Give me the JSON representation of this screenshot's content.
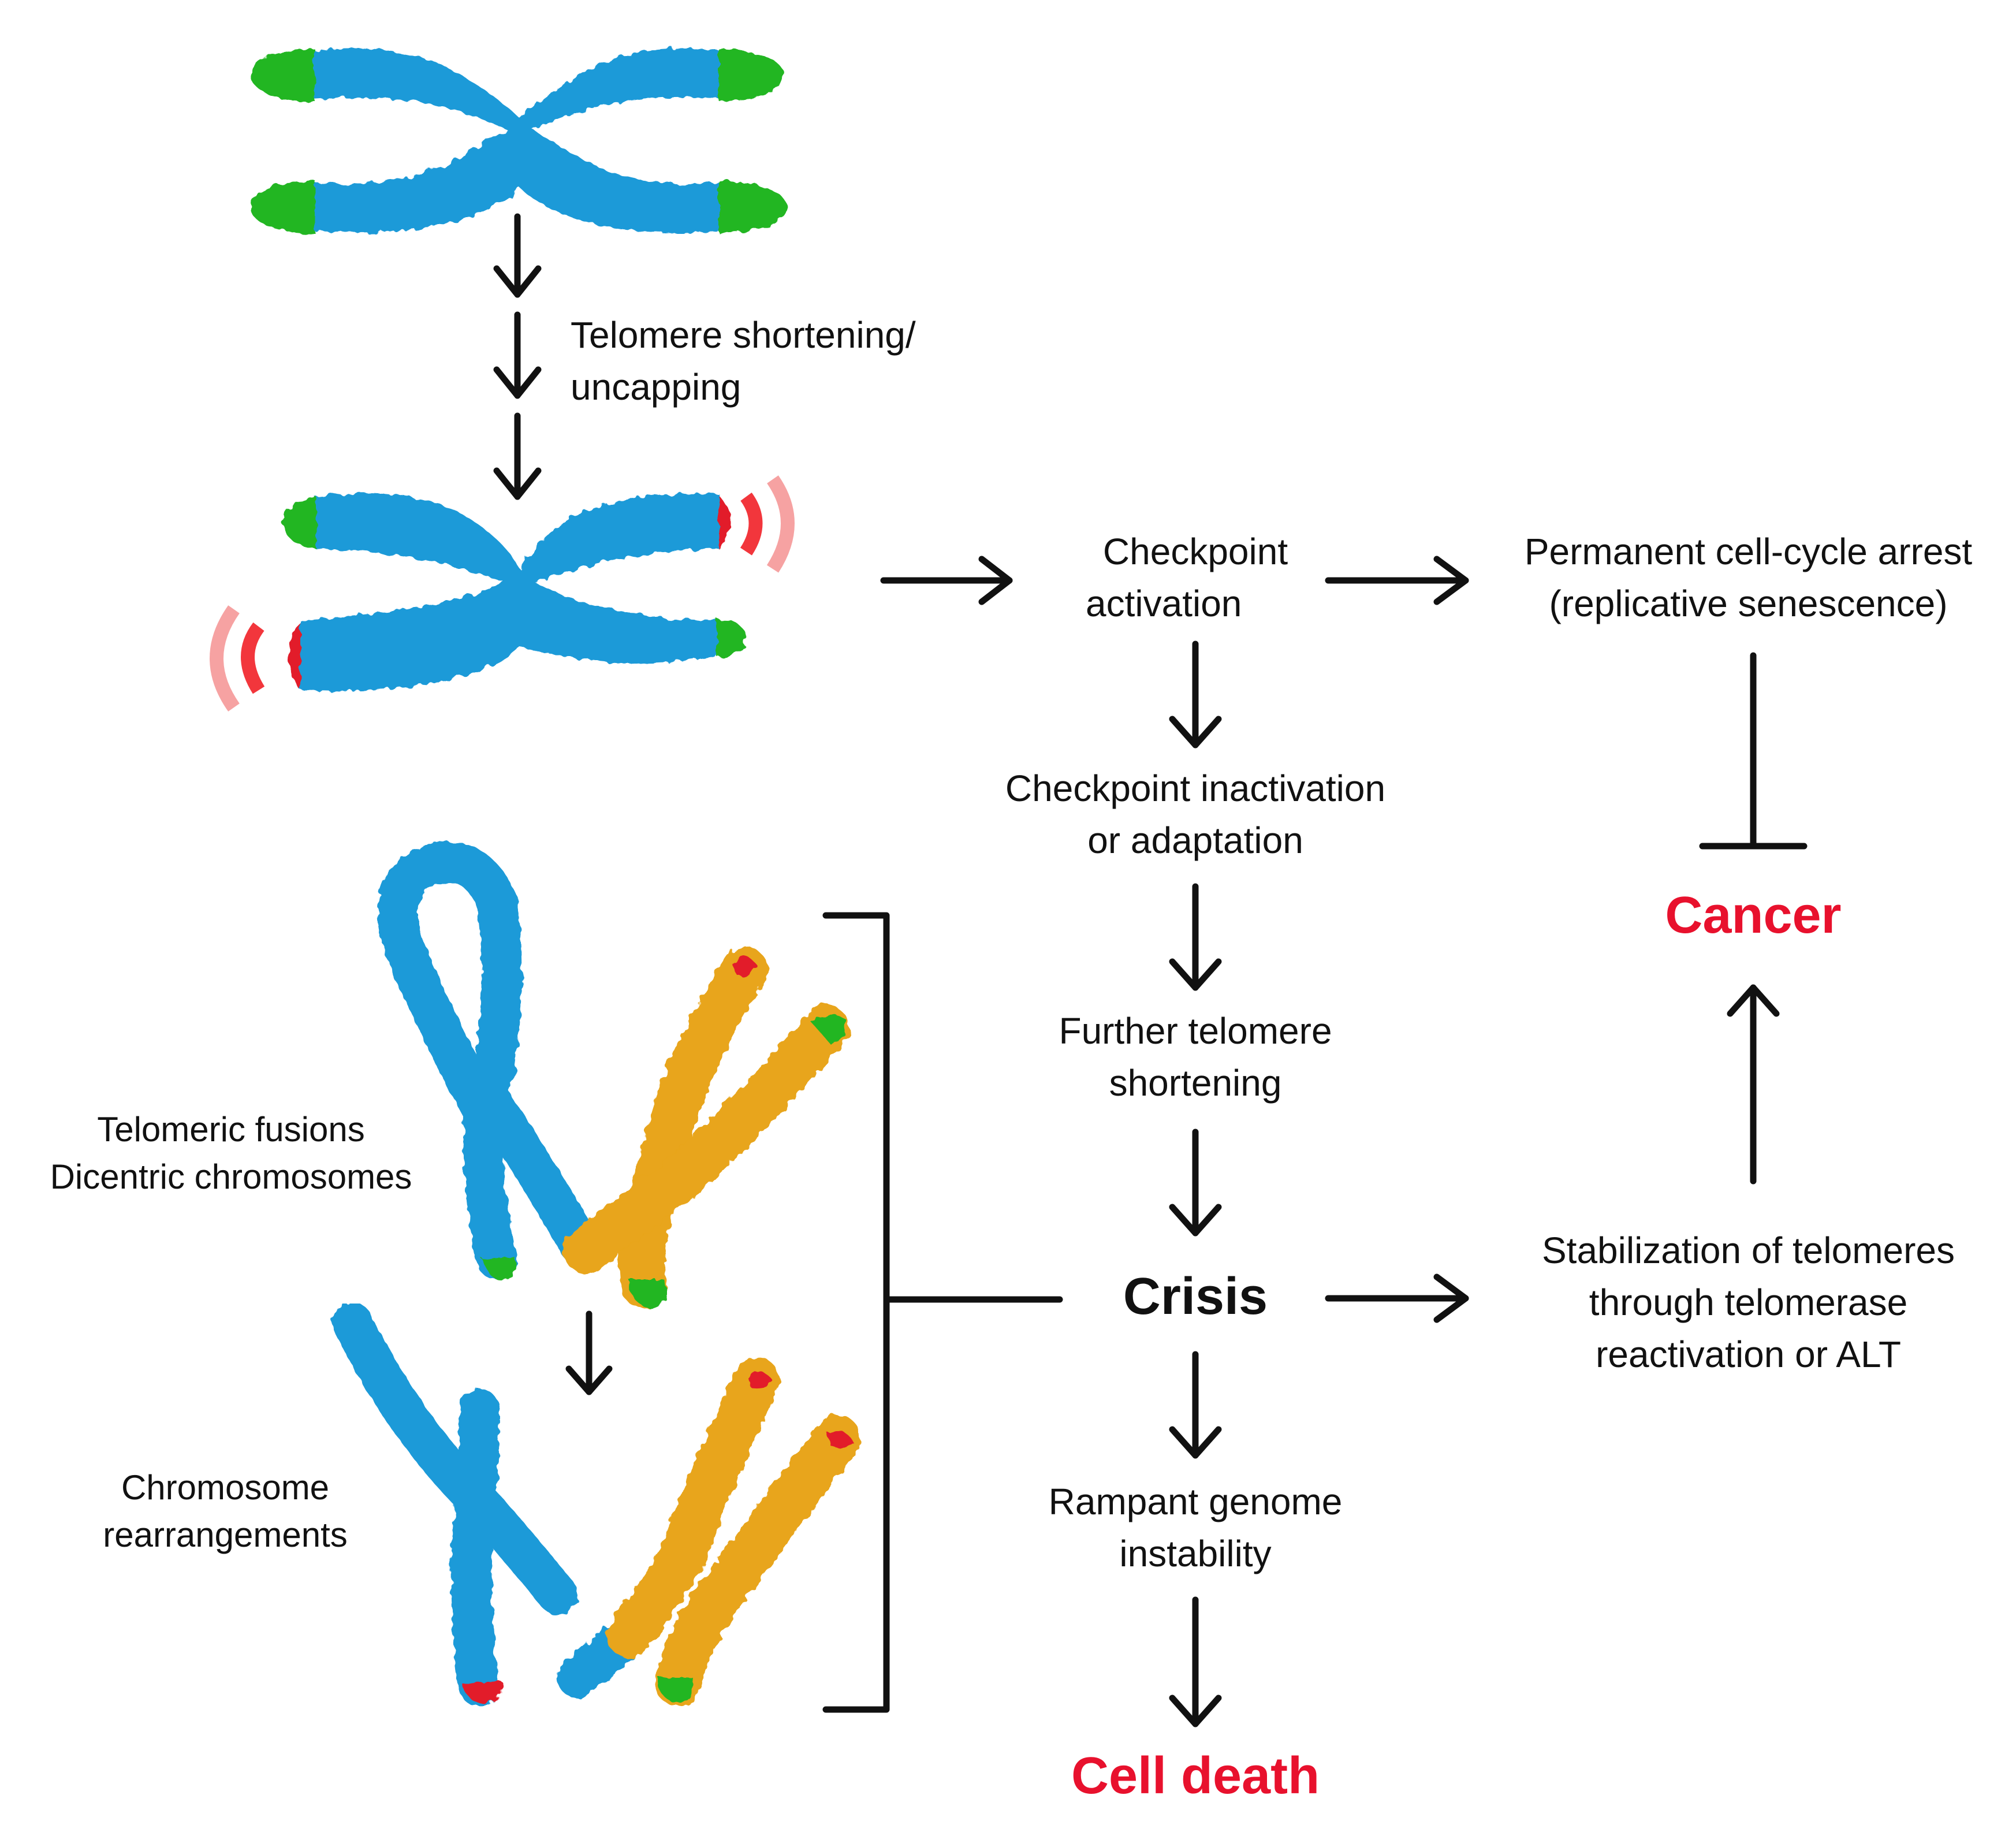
{
  "colors": {
    "chromatid_blue": "#1f9ad8",
    "chromatid_orange": "#e8a51a",
    "telomere_green": "#24b624",
    "uncapped_red": "#e21b2a",
    "signal_red": "#f2363c",
    "signal_pink": "#f6a2a2",
    "outcome_red": "#e8112d",
    "arrow_black": "#111111"
  },
  "labels": {
    "telomere_shortening": [
      "Telomere shortening/",
      "uncapping"
    ],
    "checkpoint_activation": [
      "Checkpoint",
      "activation"
    ],
    "permanent_arrest": [
      "Permanent cell-cycle arrest",
      "(replicative senescence)"
    ],
    "checkpoint_inactivation": [
      "Checkpoint inactivation",
      "or adaptation"
    ],
    "further_shortening": [
      "Further telomere",
      "shortening"
    ],
    "crisis": "Crisis",
    "rampant_instability": [
      "Rampant genome",
      "instability"
    ],
    "cell_death": "Cell death",
    "cancer": "Cancer",
    "stabilization": [
      "Stabilization of telomeres",
      "through telomerase",
      "reactivation or ALT"
    ],
    "telomeric_fusions": [
      "Telomeric fusions",
      "Dicentric chromosomes"
    ],
    "chromosome_rearrangements": [
      "Chromosome",
      "rearrangements"
    ]
  }
}
